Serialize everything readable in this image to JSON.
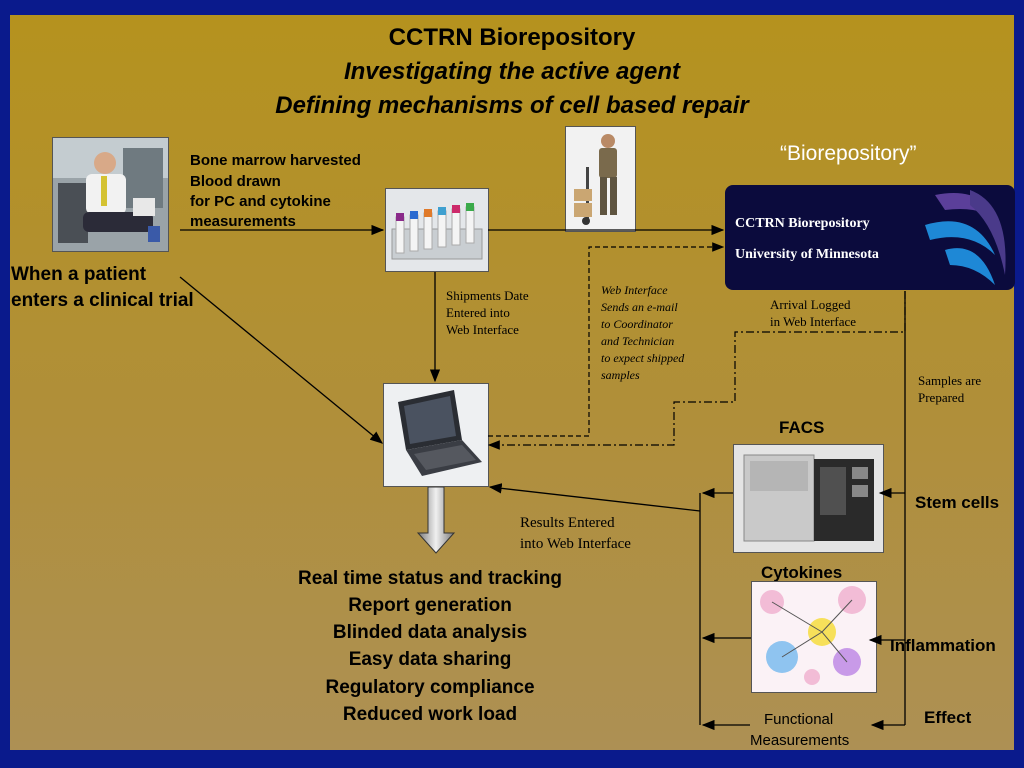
{
  "title": {
    "line1": "CCTRN Biorepository",
    "line2": "Investigating the active agent",
    "line3": "Defining mechanisms of cell based repair"
  },
  "patient": {
    "line1": "When a patient",
    "line2": "enters a clinical trial"
  },
  "harvest": {
    "line1": "Bone marrow harvested",
    "line2": "Blood drawn",
    "line3": "for PC and cytokine",
    "line4": "measurements"
  },
  "biorepository_label": "“Biorepository”",
  "biorepository_box": {
    "line1": "CCTRN Biorepository",
    "line2": "University of Minnesota"
  },
  "shipments": {
    "line1": "Shipments Date",
    "line2": "Entered into",
    "line3": "Web Interface"
  },
  "web_interface_note": {
    "line1": "Web Interface",
    "line2": "Sends an e-mail",
    "line3": "to Coordinator",
    "line4": "and Technician",
    "line5": "to expect shipped",
    "line6": "samples"
  },
  "arrival": {
    "line1": "Arrival Logged",
    "line2": "in Web Interface"
  },
  "samples_prepared": {
    "line1": "Samples are",
    "line2": "Prepared"
  },
  "facs_label": "FACS",
  "stem_cells_label": "Stem cells",
  "results": {
    "line1": "Results Entered",
    "line2": "into Web Interface"
  },
  "cytokines_label": "Cytokines",
  "inflammation_label": "Inflammation",
  "effect_label": "Effect",
  "functional": {
    "line1": "Functional",
    "line2": "Measurements"
  },
  "benefits": [
    "Real time status and tracking",
    "Report generation",
    "Blinded data analysis",
    "Easy data sharing",
    "Regulatory compliance",
    "Reduced work load"
  ],
  "colors": {
    "background": "#0a1a8c",
    "slide": "#b5921e",
    "box": "#0b0b3d",
    "logo_blue": "#1e88d6",
    "logo_purple": "#5b3f9a"
  },
  "icons": [
    "patient-photo",
    "test-tubes-photo",
    "delivery-man-photo",
    "laptop-photo",
    "facs-machine-photo",
    "cytokine-diagram-photo"
  ]
}
